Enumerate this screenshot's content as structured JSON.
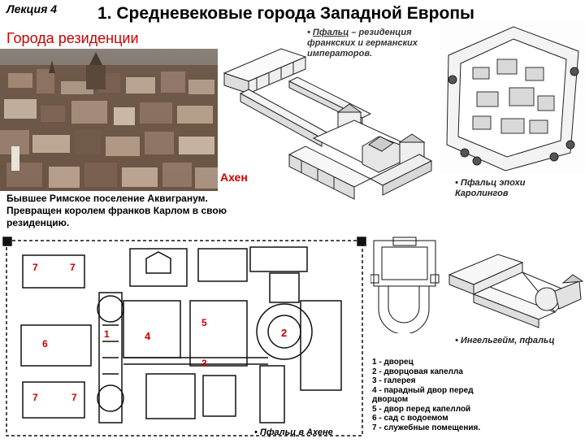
{
  "header": {
    "lecture": "Лекция 4",
    "title": "1. Средневековые города Западной Европы",
    "subtitle": "Города резиденции"
  },
  "pfalz_note": {
    "bullet": "•",
    "term": "Пфальц",
    "text": " – резиденция франкских и германских императоров."
  },
  "labels": {
    "aachen": "Ахен",
    "roman_origin": "Бывшее Римское поселение Аквигранум. Превращен королем франков Карлом в свою резиденцию.",
    "carolingian": "• Пфальц эпохи Каролингов",
    "ingelheim": "• Ингельгейм, пфальц",
    "aachen_pfalz": "• Пфальц в Ахене"
  },
  "plan_numbers": [
    "7",
    "7",
    "1",
    "4",
    "6",
    "5",
    "3",
    "2",
    "7",
    "7"
  ],
  "legend": [
    "1 - дворец",
    "2 - дворцовая капелла",
    "3 - галерея",
    "4 - парадный двор перед",
    "дворцом",
    "5 - двор перед капеллой",
    "6 - сад с водоемом",
    "7 - служебные помещения."
  ],
  "colors": {
    "accent_red": "#cc0000",
    "text": "#000000"
  }
}
